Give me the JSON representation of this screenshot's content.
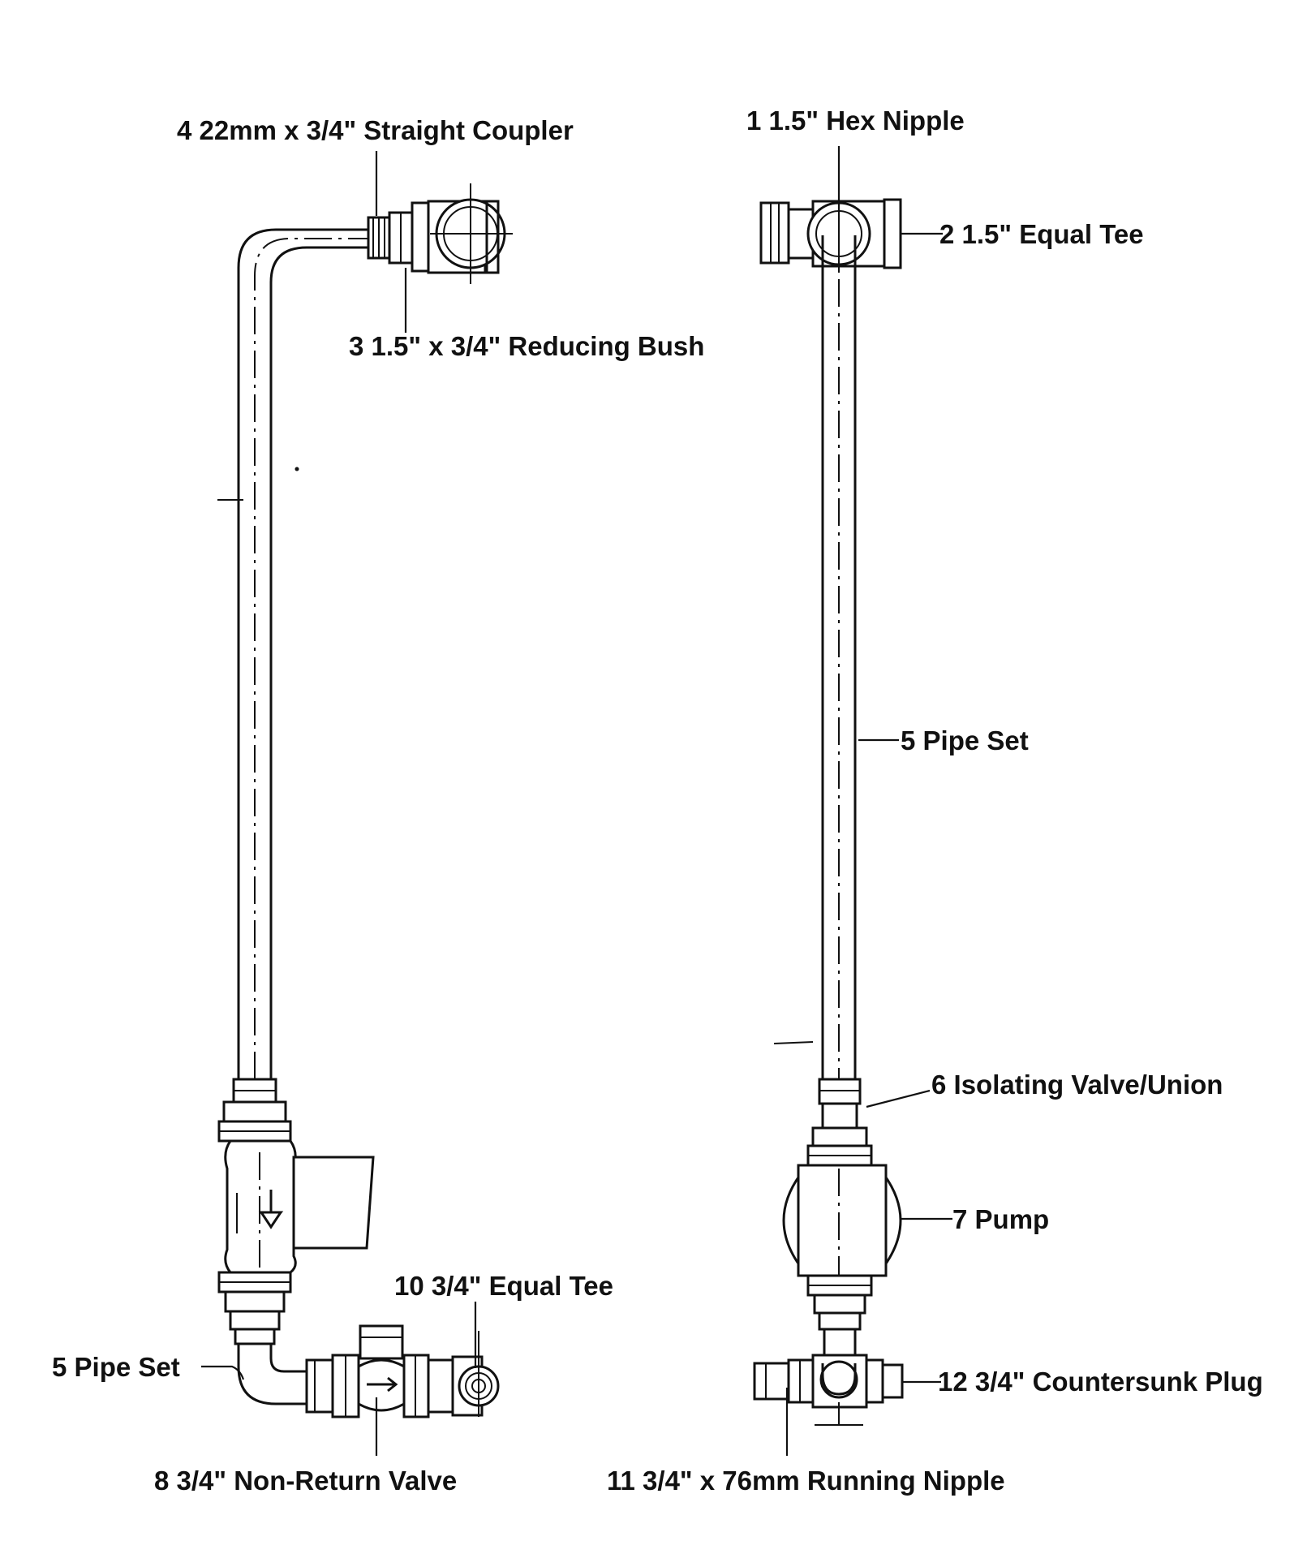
{
  "colors": {
    "ink": "#111111",
    "paper": "#ffffff"
  },
  "labels": {
    "part_1": "1  1.5\" Hex Nipple",
    "part_2": "2  1.5\" Equal Tee",
    "part_3": "3  1.5\" x 3/4\" Reducing Bush",
    "part_4": "4  22mm x 3/4\" Straight Coupler",
    "part_5_left": "5  Pipe Set",
    "part_5_right": "5  Pipe Set",
    "part_6": "6  Isolating Valve/Union",
    "part_7": "7  Pump",
    "part_8": "8  3/4\" Non-Return Valve",
    "part_10": "10  3/4\" Equal Tee",
    "part_11": "11  3/4\" x 76mm Running Nipple",
    "part_12": "12  3/4\" Countersunk Plug"
  },
  "icons": {
    "flow_arrow": "flow-arrow-icon"
  }
}
